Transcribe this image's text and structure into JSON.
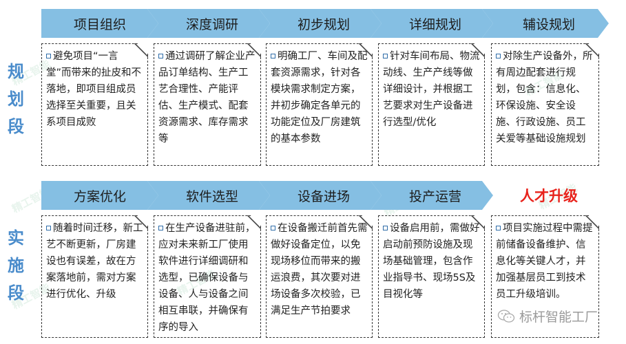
{
  "stages": [
    {
      "label": "规划段",
      "chars": [
        "规",
        "划",
        "段"
      ],
      "steps": [
        {
          "title": "项目组织",
          "text": "避免项目“一言堂”而带来的扯皮和不落地，即项目组成员选择至关重要，且关系项目成败"
        },
        {
          "title": "深度调研",
          "text": "通过调研了解企业产品订单结构、生产工艺合理性、产能评估、生产模式、配套资源需求、库存需求等"
        },
        {
          "title": "初步规划",
          "text": "明确工厂、车间及配套资源需求，针对各模块需求制定方案，并初步确定各单元的功能定位及厂房建筑的基本参数"
        },
        {
          "title": "详细规划",
          "text": "针对车间布局、物流动线、生产产线等做详细设计，并根据工艺要求对生产设备进行选型/优化"
        },
        {
          "title": "辅设规划",
          "text": "对除生产设备外，所有周边配套进行规划，包含：信息化、环保设施、安全设施、行政设施、员工关爱等基础设施规划"
        }
      ]
    },
    {
      "label": "实施段",
      "chars": [
        "实",
        "施",
        "段"
      ],
      "steps": [
        {
          "title": "方案优化",
          "text": "随着时间迁移，新工艺不断更新，厂房建设也有误差，故在方案落地前，需对方案进行优化、升级"
        },
        {
          "title": "软件选型",
          "text": "在生产设备进驻前，应对未来新工厂使用软件进行详细调研和选型，已确保设备与设备、人与设备之间相互串联，并确保有序的导入"
        },
        {
          "title": "设备进场",
          "text": "在设备搬迁前首先需做好设备定位，以免现场移位而带来的搬运浪费，其次要对进场设备多次校验，已满足生产节拍要求"
        },
        {
          "title": "投产运营",
          "text": "设备启用前，需做好启动前预防设施及现场基础管理，包含作业指导书、现场5S及目视化等"
        },
        {
          "title": "人才升级",
          "text": "项目实施过程中需提前储备设备维护、信息化等关键人才，并加强基层员工到技术员工升级培训。",
          "highlight": true
        }
      ]
    }
  ],
  "watermark": {
    "text": "精工智能"
  },
  "footer": {
    "brand": "标杆智能工厂",
    "icon": "wechat-icon"
  },
  "colors": {
    "chevron": "#85bfe3",
    "stage_label": "#4a8ccb",
    "highlight": "#e8231c",
    "bullet": "#2e6ca8"
  }
}
